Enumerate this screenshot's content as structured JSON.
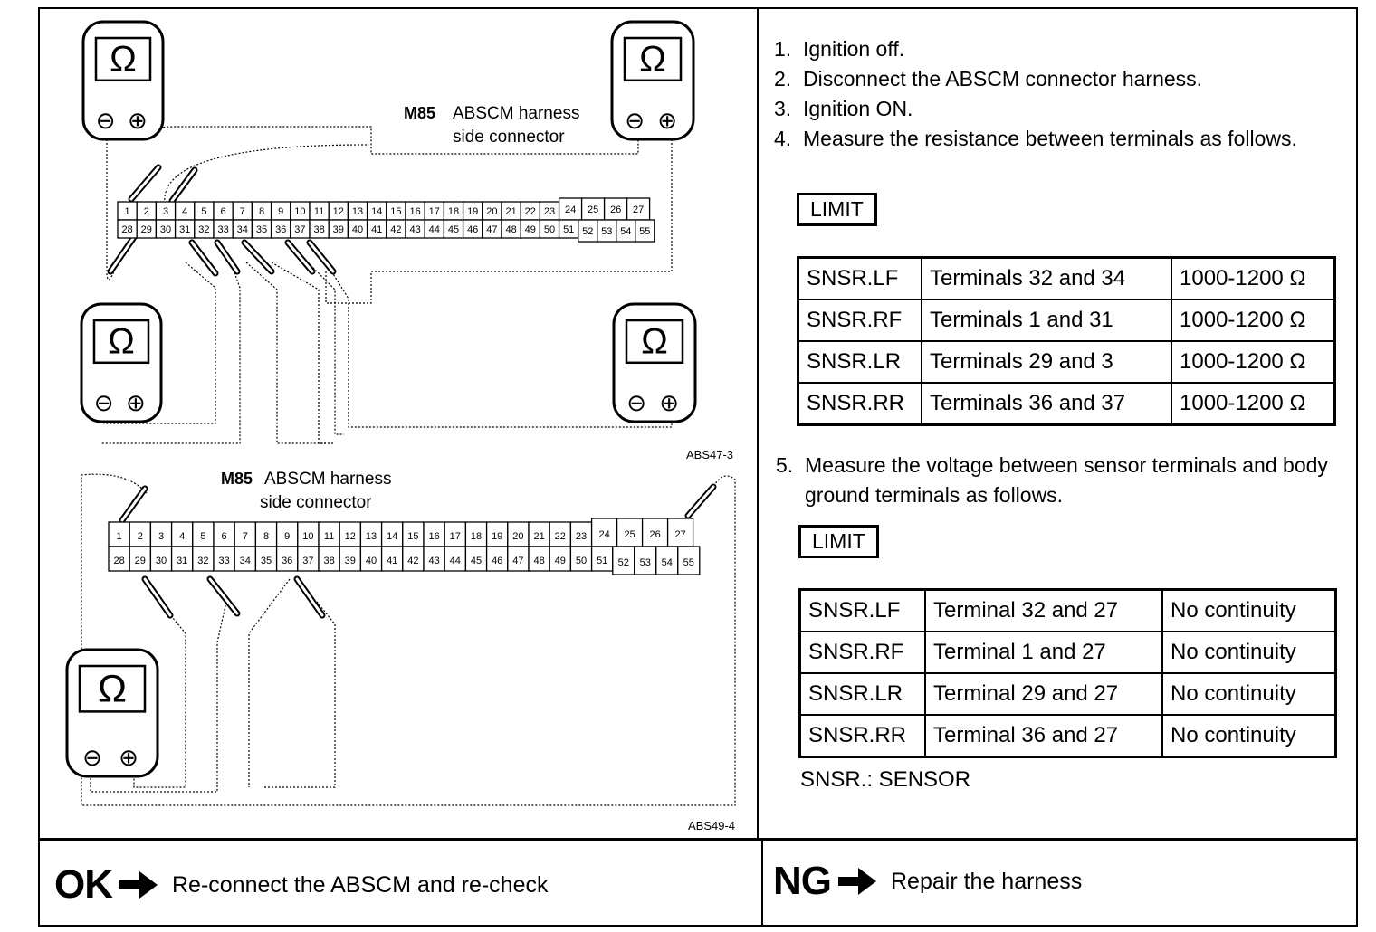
{
  "diagram_top": {
    "connector_label_code": "M85",
    "connector_label_line1": "ABSCM harness",
    "connector_label_line2": "side connector",
    "figure_id": "ABS47-3",
    "meter_symbol": "Ω",
    "minus_symbol": "⊖",
    "plus_symbol": "⊕"
  },
  "diagram_bottom": {
    "connector_label_code": "M85",
    "connector_label_line1": "ABSCM harness",
    "connector_label_line2": "side connector",
    "figure_id": "ABS49-4"
  },
  "steps": [
    {
      "num": "1.",
      "text": "Ignition off."
    },
    {
      "num": "2.",
      "text": "Disconnect the ABSCM connector harness."
    },
    {
      "num": "3.",
      "text": "Ignition ON."
    },
    {
      "num": "4.",
      "text": "Measure the resistance between terminals as follows."
    },
    {
      "num": "5.",
      "text": "Measure the voltage between sensor terminals and body ground terminals as follows."
    }
  ],
  "limit_label": "LIMIT",
  "resistance_table": [
    [
      "SNSR.LF",
      "Terminals 32 and 34",
      "1000-1200 Ω"
    ],
    [
      "SNSR.RF",
      "Terminals 1 and 31",
      "1000-1200 Ω"
    ],
    [
      "SNSR.LR",
      "Terminals 29 and 3",
      "1000-1200 Ω"
    ],
    [
      "SNSR.RR",
      "Terminals 36 and 37",
      "1000-1200 Ω"
    ]
  ],
  "continuity_table": [
    [
      "SNSR.LF",
      "Terminal 32 and 27",
      "No continuity"
    ],
    [
      "SNSR.RF",
      "Terminal 1 and 27",
      "No continuity"
    ],
    [
      "SNSR.LR",
      "Terminal 29 and 27",
      "No continuity"
    ],
    [
      "SNSR.RR",
      "Terminal 36 and 27",
      "No continuity"
    ]
  ],
  "note": "SNSR.: SENSOR",
  "ok": {
    "label": "OK",
    "text": "Re-connect the ABSCM and re-check"
  },
  "ng": {
    "label": "NG",
    "text": "Repair the harness"
  }
}
